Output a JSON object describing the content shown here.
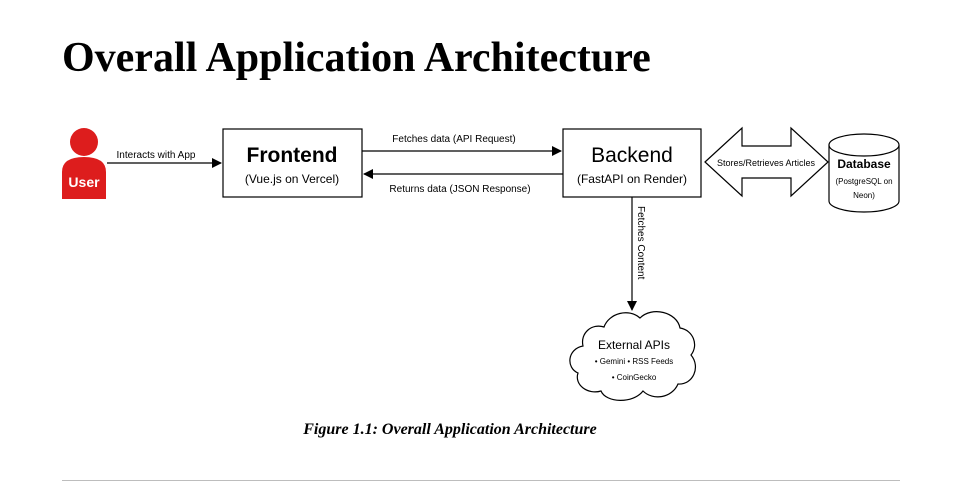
{
  "page": {
    "title": "Overall Application Architecture"
  },
  "diagram": {
    "user": {
      "label": "User"
    },
    "frontend": {
      "title": "Frontend",
      "subtitle": "(Vue.js on Vercel)"
    },
    "backend": {
      "title": "Backend",
      "subtitle": "(FastAPI on Render)"
    },
    "database": {
      "title": "Database",
      "line1": "(PostgreSQL on",
      "line2": "Neon)"
    },
    "external_apis": {
      "title": "External APIs",
      "line1": "• Gemini • RSS Feeds",
      "line2": "• CoinGecko"
    },
    "edges": {
      "user_to_frontend": "Interacts with App",
      "frontend_to_backend": "Fetches data (API Request)",
      "backend_to_frontend": "Returns data (JSON Response)",
      "backend_database": "Stores/Retrieves Articles",
      "backend_to_external": "Fetches Content"
    },
    "colors": {
      "user": "#dd1d1d",
      "stroke": "#000000"
    }
  },
  "caption": "Figure 1.1: Overall Application Architecture"
}
